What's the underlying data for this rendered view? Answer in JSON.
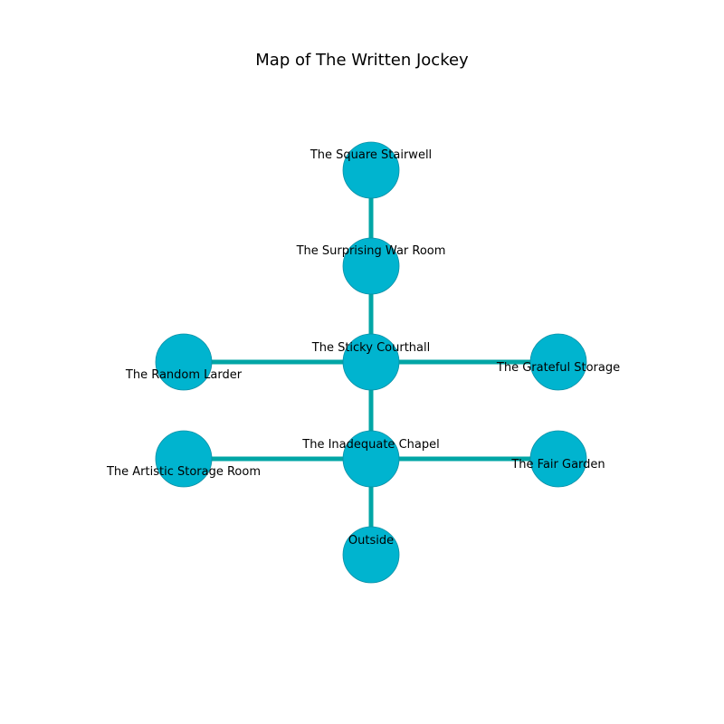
{
  "title": "Map of The Written Jockey",
  "colors": {
    "node_fill": "#00b4cf",
    "node_stroke": "#0a8fa5",
    "edge": "#00a6a6",
    "background": "#ffffff"
  },
  "nodes": [
    {
      "id": "square-stairwell",
      "label": "The Square Stairwell"
    },
    {
      "id": "surprising-war-room",
      "label": "The Surprising War Room"
    },
    {
      "id": "sticky-courthall",
      "label": "The Sticky Courthall"
    },
    {
      "id": "random-larder",
      "label": "The Random Larder"
    },
    {
      "id": "grateful-storage",
      "label": "The Grateful Storage"
    },
    {
      "id": "inadequate-chapel",
      "label": "The Inadequate Chapel"
    },
    {
      "id": "artistic-storage-room",
      "label": "The Artistic Storage Room"
    },
    {
      "id": "fair-garden",
      "label": "The Fair Garden"
    },
    {
      "id": "outside",
      "label": "Outside"
    }
  ],
  "edges": [
    [
      "square-stairwell",
      "surprising-war-room"
    ],
    [
      "surprising-war-room",
      "sticky-courthall"
    ],
    [
      "sticky-courthall",
      "random-larder"
    ],
    [
      "sticky-courthall",
      "grateful-storage"
    ],
    [
      "sticky-courthall",
      "inadequate-chapel"
    ],
    [
      "inadequate-chapel",
      "artistic-storage-room"
    ],
    [
      "inadequate-chapel",
      "fair-garden"
    ],
    [
      "inadequate-chapel",
      "outside"
    ]
  ]
}
